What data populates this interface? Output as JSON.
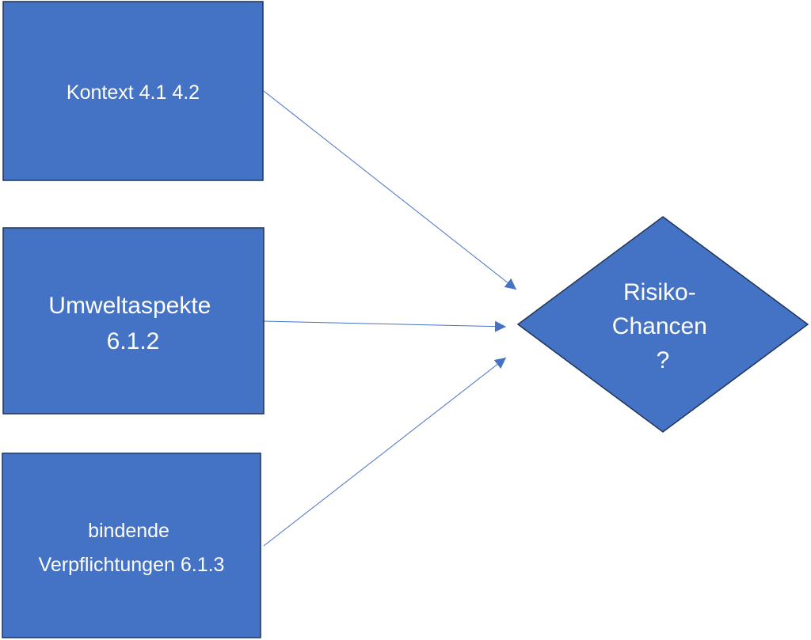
{
  "nodes": {
    "kontext": {
      "lines": [
        "Kontext 4.1 4.2"
      ]
    },
    "umweltaspekte": {
      "lines": [
        "Umweltaspekte",
        "6.1.2"
      ]
    },
    "verpflichtungen": {
      "lines": [
        "bindende",
        "Verpflichtungen 6.1.3"
      ]
    },
    "risiko": {
      "lines": [
        "Risiko-",
        "Chancen",
        "?"
      ]
    }
  },
  "edges": [
    {
      "from": "Kontext 4.1 4.2",
      "to": "Risiko-Chancen ?"
    },
    {
      "from": "Umweltaspekte 6.1.2",
      "to": "Risiko-Chancen ?"
    },
    {
      "from": "bindende Verpflichtungen 6.1.3",
      "to": "Risiko-Chancen ?"
    }
  ],
  "colors": {
    "node_fill": "#4472c4",
    "node_border": "#1f3557",
    "connector": "#4472c4",
    "text": "#ffffff"
  }
}
